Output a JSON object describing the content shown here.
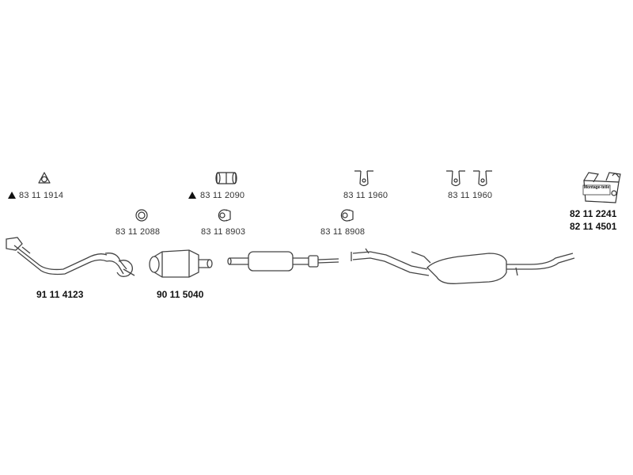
{
  "parts": {
    "gasket_1914": "83 11 1914",
    "clamp_2090": "83 11 2090",
    "hanger_1960_a": "83 11 1960",
    "hanger_1960_b": "83 11 1960",
    "ring_2088": "83 11 2088",
    "clamp_8903": "83 11 8903",
    "clamp_8908": "83 11 8908"
  },
  "main_parts": {
    "front_pipe": "91 11 4123",
    "catalyst": "90 11 5040",
    "kit_a": "82 11 2241",
    "kit_b": "82 11 4501"
  },
  "kit_box_label": "Montage-teile",
  "icons": [
    "warning-icon",
    "gasket-icon",
    "clamp-icon",
    "hanger-icon",
    "ring-icon",
    "mounting-kit-icon"
  ]
}
